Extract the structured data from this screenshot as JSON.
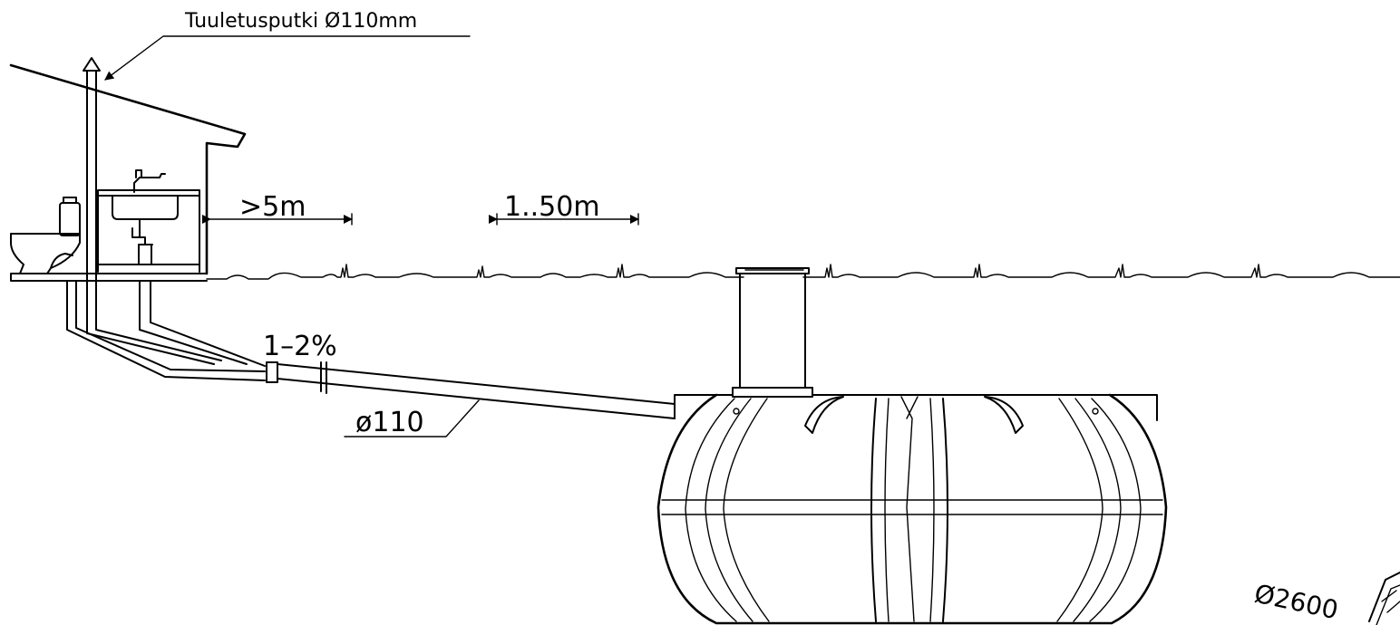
{
  "labels": {
    "vent_pipe": "Tuuletusputki Ø110mm",
    "distance_house": ">5m",
    "distance_range": "1..50m",
    "slope": "1–2%",
    "pipe_diameter": "ø110",
    "tank_diameter": "Ø2600"
  },
  "colors": {
    "line": "#000000",
    "background": "#ffffff"
  }
}
